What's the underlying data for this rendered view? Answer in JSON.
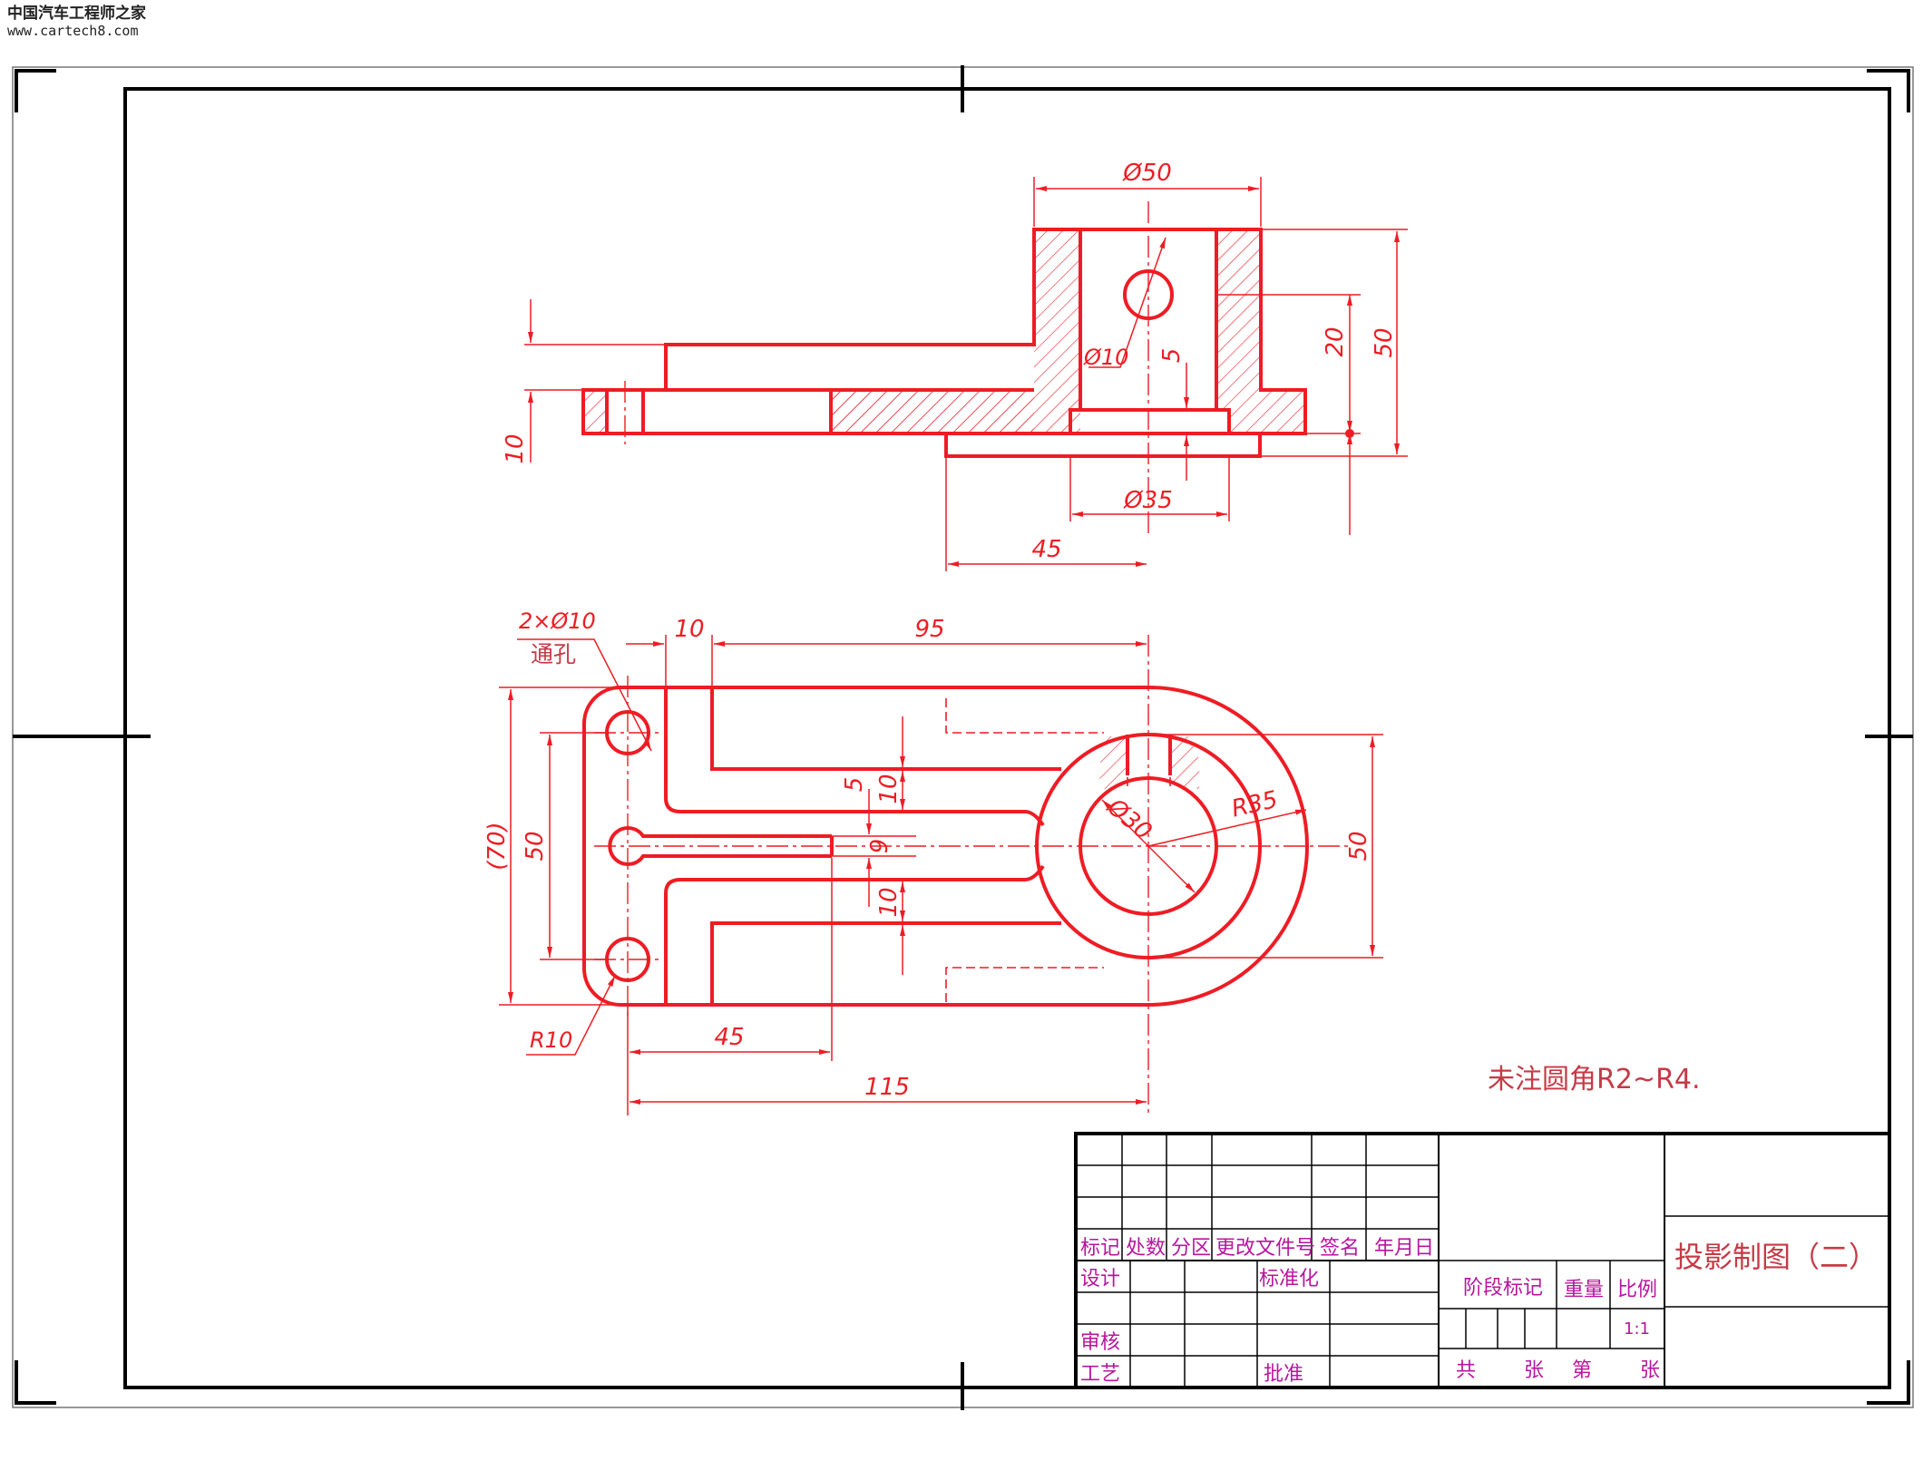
{
  "watermark": {
    "line1": "中国汽车工程师之家",
    "line2": "www.cartech8.com"
  },
  "dimensions": {
    "top_dia50": "Ø50",
    "top_dia10": "Ø10",
    "top_5": "5",
    "top_20": "20",
    "top_50": "50",
    "top_10": "10",
    "top_dia35": "Ø35",
    "top_45": "45",
    "bot_holes": "2×Ø10",
    "bot_thru": "通孔",
    "bot_10_top": "10",
    "bot_95": "95",
    "bot_70": "(70)",
    "bot_50_left": "50",
    "bot_5": "5",
    "bot_10_a": "10",
    "bot_9": "9",
    "bot_10_b": "10",
    "bot_dia30": "Ø30",
    "bot_r35": "R35",
    "bot_50_right": "50",
    "bot_r10": "R10",
    "bot_45": "45",
    "bot_115": "115"
  },
  "note": "未注圆角R2~R4.",
  "title_block": {
    "drawing_title": "投影制图（二）",
    "header": [
      "标记",
      "处数",
      "分区",
      "更改文件号",
      "签名",
      "年月日"
    ],
    "design": "设计",
    "standardization": "标准化",
    "review": "审核",
    "process": "工艺",
    "approve": "批准",
    "stage_mark": "阶段标记",
    "weight": "重量",
    "scale_label": "比例",
    "scale_value": "1:1",
    "total": "共",
    "sheets1": "张",
    "number": "第",
    "sheets2": "张"
  }
}
